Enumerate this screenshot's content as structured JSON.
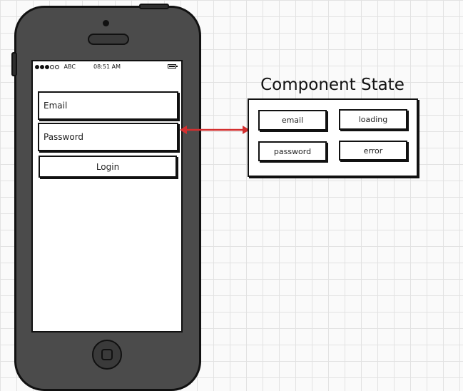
{
  "phone": {
    "status_bar": {
      "carrier": "ABC",
      "time": "08:51 AM"
    },
    "form": {
      "email_placeholder": "Email",
      "password_placeholder": "Password",
      "login_label": "Login"
    }
  },
  "component_state": {
    "title": "Component State",
    "items": [
      "email",
      "loading",
      "password",
      "error"
    ]
  },
  "colors": {
    "arrow": "#d32f2f",
    "phone_body": "#4b4b4b",
    "outline": "#111111"
  }
}
